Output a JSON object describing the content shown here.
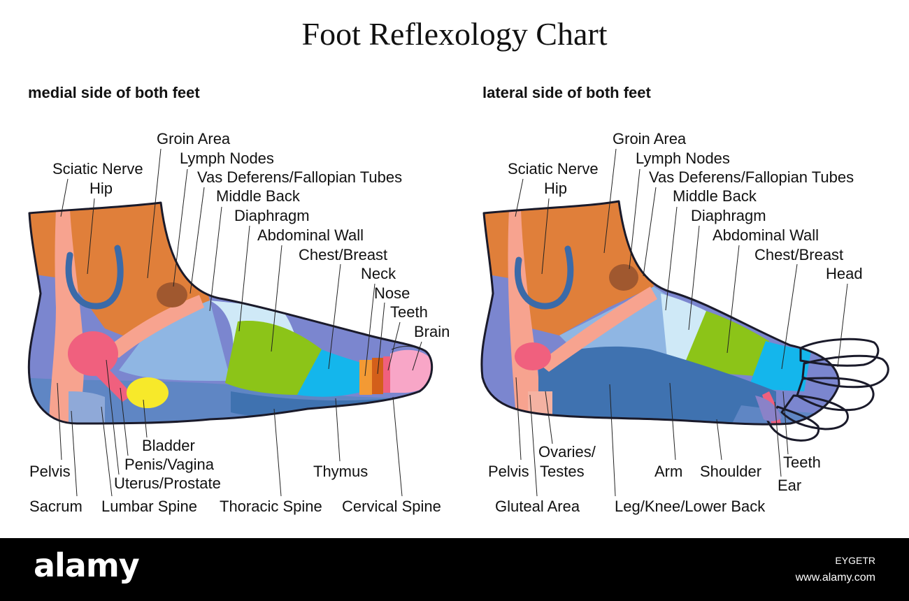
{
  "title": "Foot Reflexology Chart",
  "panels": {
    "medial": {
      "subtitle": "medial side of both feet",
      "labels": {
        "sciatic_nerve": "Sciatic Nerve",
        "hip": "Hip",
        "groin_area": "Groin Area",
        "lymph_nodes": "Lymph Nodes",
        "vas_deferens": "Vas Deferens/Fallopian Tubes",
        "middle_back": "Middle Back",
        "diaphragm": "Diaphragm",
        "abdominal_wall": "Abdominal Wall",
        "chest_breast": "Chest/Breast",
        "neck": "Neck",
        "nose": "Nose",
        "teeth": "Teeth",
        "brain": "Brain",
        "bladder": "Bladder",
        "penis_vagina": "Penis/Vagina",
        "uterus_prostate": "Uterus/Prostate",
        "pelvis": "Pelvis",
        "sacrum": "Sacrum",
        "lumbar_spine": "Lumbar Spine",
        "thoracic_spine": "Thoracic Spine",
        "thymus": "Thymus",
        "cervical_spine": "Cervical Spine"
      }
    },
    "lateral": {
      "subtitle": "lateral side of both feet",
      "labels": {
        "sciatic_nerve": "Sciatic Nerve",
        "hip": "Hip",
        "groin_area": "Groin Area",
        "lymph_nodes": "Lymph Nodes",
        "vas_deferens": "Vas Deferens/Fallopian Tubes",
        "middle_back": "Middle Back",
        "diaphragm": "Diaphragm",
        "abdominal_wall": "Abdominal Wall",
        "chest_breast": "Chest/Breast",
        "head": "Head",
        "pelvis": "Pelvis",
        "ovaries_line1": "Ovaries/",
        "ovaries_line2": "Testes",
        "arm": "Arm",
        "shoulder": "Shoulder",
        "teeth": "Teeth",
        "ear": "Ear",
        "gluteal_area": "Gluteal Area",
        "leg_knee_lower_back": "Leg/Knee/Lower Back"
      }
    }
  },
  "colors": {
    "orange_zone": "#e07f3a",
    "salmon_band": "#f7a38f",
    "periwinkle": "#7b86cf",
    "light_blue": "#8fb6e3",
    "pale_blue": "#cfe9f7",
    "green": "#8cc418",
    "cyan": "#14b6ec",
    "pink": "#f8a6c7",
    "hot_pink": "#f0607e",
    "mid_blue": "#5f86c4",
    "dark_blue": "#3f72b0",
    "yellow": "#f7e92a",
    "brown": "#a0582f",
    "arch_blue": "#3b6aa8"
  },
  "watermark": {
    "logo": "alamy",
    "image_code": "EYGETR",
    "url": "www.alamy.com"
  }
}
